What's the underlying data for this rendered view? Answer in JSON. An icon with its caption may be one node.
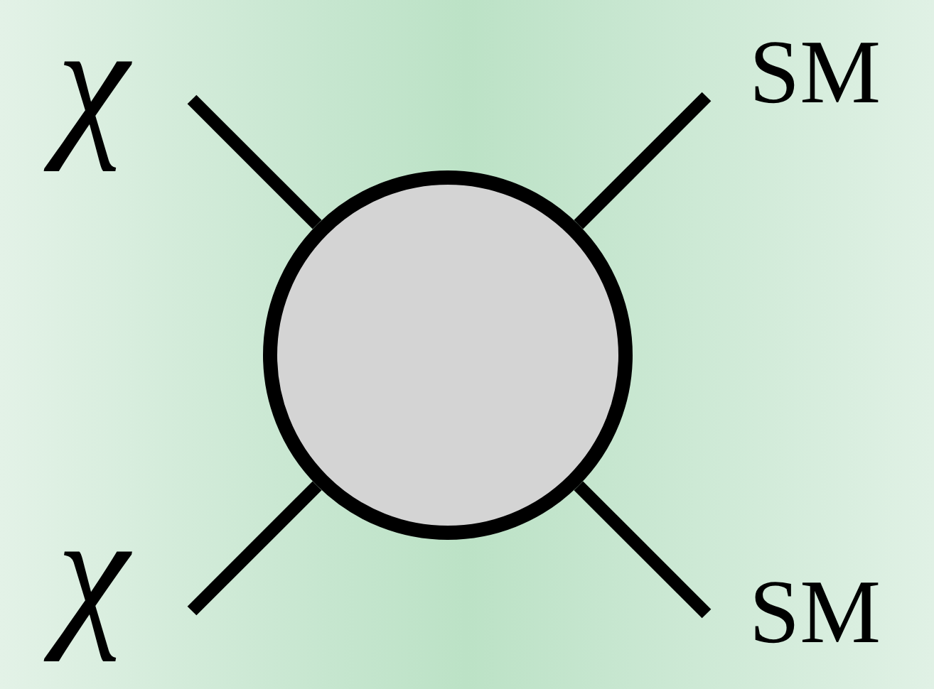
{
  "diagram": {
    "nodes": [
      {
        "text": [
          "χ"
        ]
      },
      {
        "text": [
          "SM"
        ]
      },
      {
        "text": [],
        "shape": "circle"
      },
      {
        "text": [
          "χ"
        ]
      },
      {
        "text": [
          "SM"
        ]
      }
    ],
    "edges": [
      {
        "from": 0,
        "to": 2,
        "arrow": "none"
      },
      {
        "from": 2,
        "to": 1,
        "arrow": "none"
      },
      {
        "from": 3,
        "to": 2,
        "arrow": "none"
      },
      {
        "from": 2,
        "to": 4,
        "arrow": "none"
      }
    ]
  }
}
